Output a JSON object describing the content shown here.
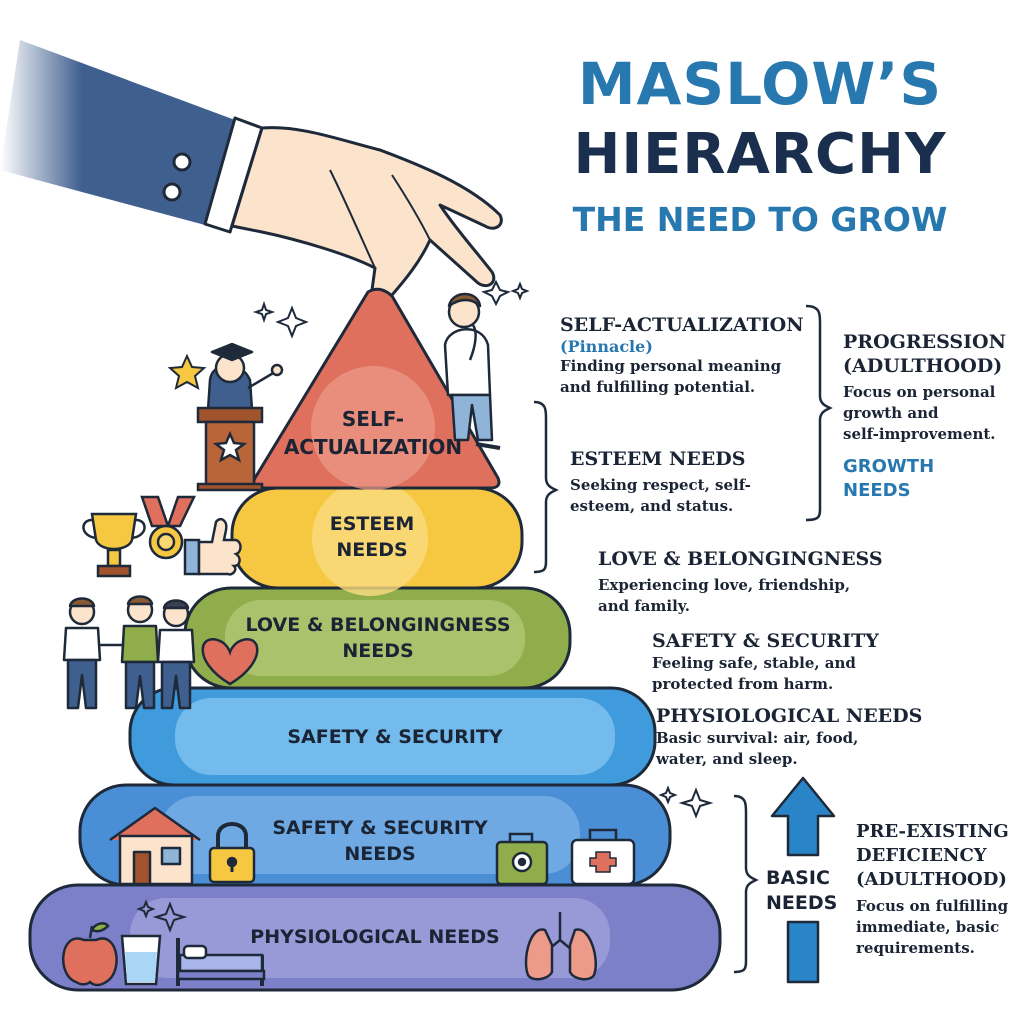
{
  "header": {
    "title_line1": "MASLOW’S",
    "title_line2": "HIERARCHY",
    "subtitle": "THE NEED TO GROW"
  },
  "pyramid": {
    "apex_label": "SELF-\nACTUALIZATION",
    "esteem_label": "ESTEEM\nNEEDS",
    "love_label": "LOVE & BELONGINGNESS\nNEEDS",
    "safety_label": "SAFETY & SECURITY",
    "safety_needs_label": "SAFETY & SECURITY\nNEEDS",
    "physiological_label": "PHYSIOLOGICAL NEEDS"
  },
  "descriptions": {
    "self_actualization": {
      "heading": "SELF-ACTUALIZATION",
      "sub": "(Pinnacle)",
      "body": "Finding personal meaning\nand fulfilling potential."
    },
    "esteem": {
      "heading": "ESTEEM NEEDS",
      "body": "Seeking respect, self-\nesteem, and status."
    },
    "love": {
      "heading": "LOVE & BELONGINGNESS",
      "body": "Experiencing love, friendship,\nand family."
    },
    "safety": {
      "heading": "SAFETY & SECURITY",
      "body": "Feeling safe, stable, and\nprotected from harm."
    },
    "physiological": {
      "heading": "PHYSIOLOGICAL NEEDS",
      "body": "Basic survival: air, food,\nwater, and sleep."
    }
  },
  "groups": {
    "growth": {
      "heading": "PROGRESSION\n(ADULTHOOD)",
      "body": "Focus on personal\ngrowth and\nself-improvement.",
      "tag": "GROWTH\nNEEDS"
    },
    "basic": {
      "tag": "BASIC\nNEEDS",
      "heading": "PRE-EXISTING\nDEFICIENCY\n(ADULTHOOD)",
      "body": "Focus on fulfilling\nimmediate, basic\nrequirements."
    }
  },
  "colors": {
    "apex": "#e0705e",
    "esteem": "#f6c842",
    "love": "#8fad4a",
    "safety": "#3f9bdc",
    "safety_needs": "#4a8fd6",
    "physiological": "#7c80c8",
    "title_blue": "#2878b0",
    "title_navy": "#1a2f4e",
    "outline": "#1e2a3a"
  },
  "icons": [
    "hand-icon",
    "graduate-icon",
    "star-icon",
    "podium-icon",
    "thinker-icon",
    "trophy-icon",
    "medal-icon",
    "thumbs-up-icon",
    "friends-icon",
    "heart-icon",
    "house-icon",
    "padlock-icon",
    "safe-icon",
    "first-aid-icon",
    "apple-icon",
    "water-glass-icon",
    "bed-icon",
    "lungs-icon",
    "sparkle-icon",
    "up-arrow-icon"
  ]
}
